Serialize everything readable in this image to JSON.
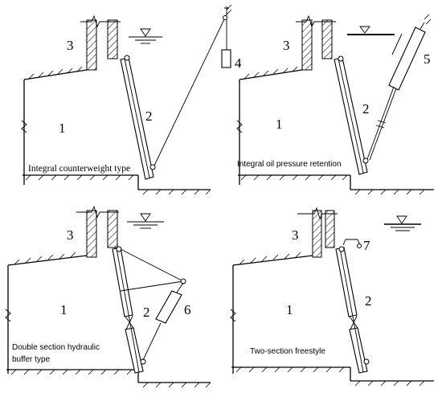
{
  "panels": [
    {
      "id": "integral-counterweight",
      "caption": "Integral counterweight type",
      "labels": [
        "1",
        "2",
        "3",
        "4"
      ]
    },
    {
      "id": "integral-oil-pressure",
      "caption": "Integral oil pressure retention",
      "labels": [
        "1",
        "2",
        "3",
        "5"
      ]
    },
    {
      "id": "double-section-hydraulic",
      "caption_line1": "Double section hydraulic",
      "caption_line2": "buffer type",
      "labels": [
        "1",
        "2",
        "3",
        "6"
      ]
    },
    {
      "id": "two-section-freestyle",
      "caption": "Two-section freestyle",
      "labels": [
        "1",
        "2",
        "3",
        "7"
      ]
    }
  ]
}
